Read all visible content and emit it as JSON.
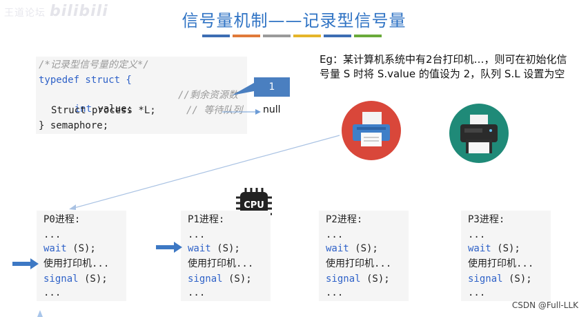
{
  "watermark": {
    "text": "王道论坛",
    "brand": "bilibili"
  },
  "title": "信号量机制——记录型信号量",
  "color_bars": [
    "#3d6db3",
    "#e07a3a",
    "#9a9a9a",
    "#e5b52a",
    "#3d6db3",
    "#6aaa3a"
  ],
  "code": {
    "comment_def": "/*记录型信号量的定义*/",
    "line1": "typedef struct {",
    "line2_kw": "int",
    "line2_text": " value;",
    "line2_comment": "//剩余资源数",
    "line3_text": "Struct process *L;",
    "line3_comment": "// 等待队列",
    "line4": "} semaphore;"
  },
  "value_box": "1",
  "null_label": "null",
  "eg_text": "Eg：某计算机系统中有2台打印机…，则可在初始化信号量 S 时将 S.value 的值设为 2，队列 S.L 设置为空",
  "cpu_label": "CPU",
  "processes": [
    {
      "name": "P0进程:",
      "l1": "...",
      "l2_kw": "wait",
      "l2": " (S);",
      "l3": "使用打印机...",
      "l4_kw": "signal",
      "l4": " (S);",
      "l5": "..."
    },
    {
      "name": "P1进程:",
      "l1": "...",
      "l2_kw": "wait",
      "l2": " (S);",
      "l3": "使用打印机...",
      "l4_kw": "signal",
      "l4": " (S);",
      "l5": "..."
    },
    {
      "name": "P2进程:",
      "l1": "...",
      "l2_kw": "wait",
      "l2": " (S);",
      "l3": "使用打印机...",
      "l4_kw": "signal",
      "l4": " (S);",
      "l5": "..."
    },
    {
      "name": "P3进程:",
      "l1": "...",
      "l2_kw": "wait",
      "l2": " (S);",
      "l3": "使用打印机...",
      "l4_kw": "signal",
      "l4": " (S);",
      "l5": "..."
    }
  ],
  "footer": "CSDN @Full-LLK",
  "colors": {
    "title": "#2f73c4",
    "keyword": "#2f62c8",
    "value_box": "#4a7fc0",
    "printer1_bg": "#d9473a",
    "printer2_bg": "#1f8a78",
    "arrow": "#3d78c4"
  }
}
